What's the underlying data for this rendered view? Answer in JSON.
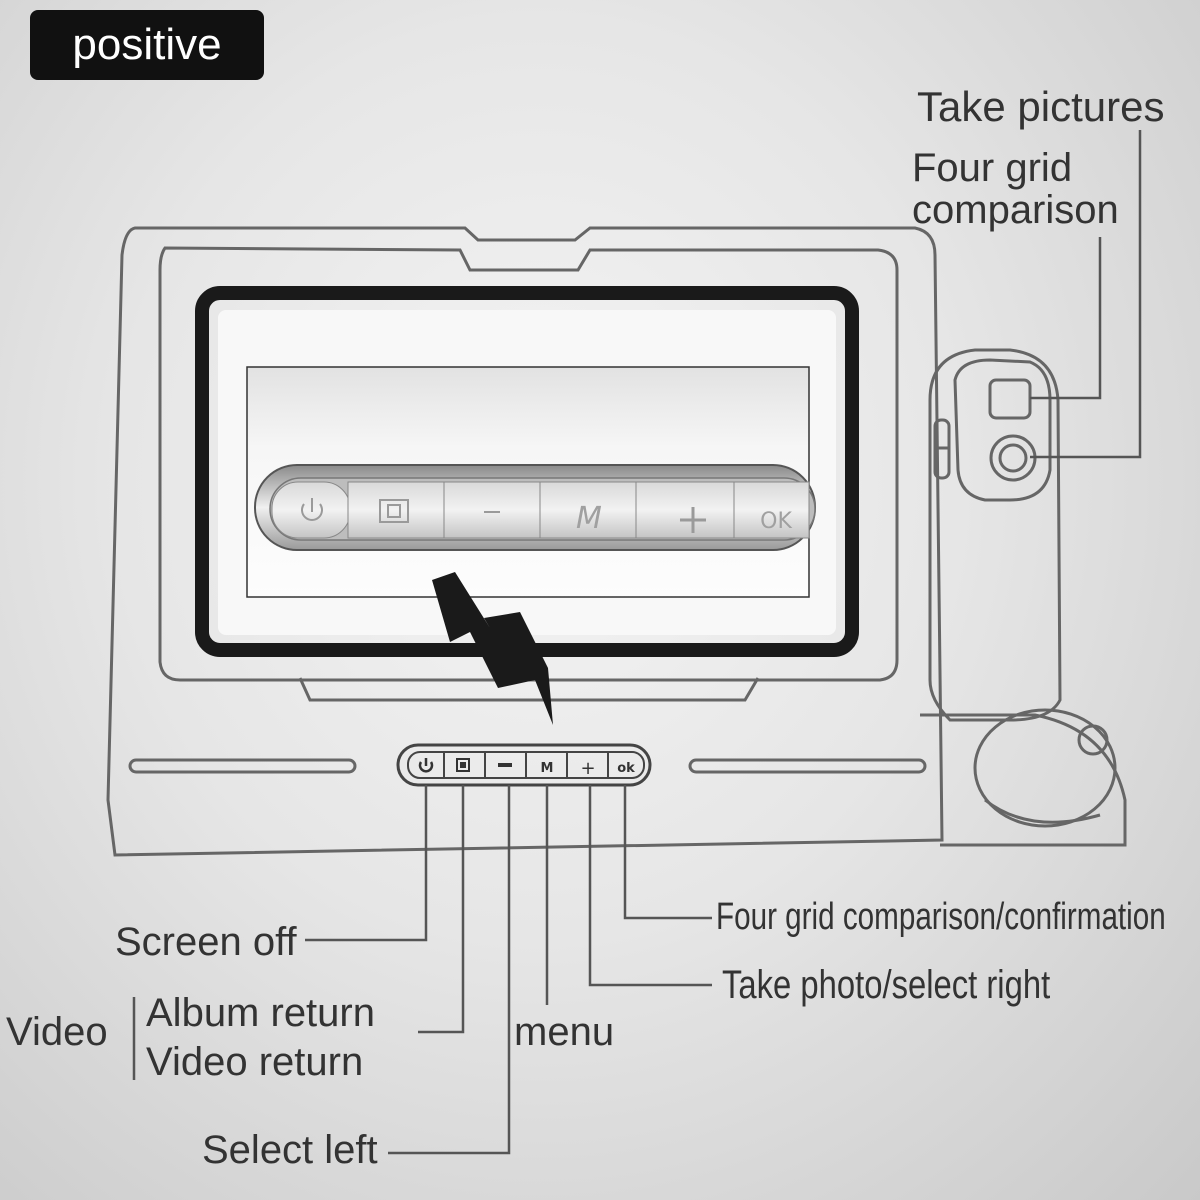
{
  "badge": "positive",
  "device": {
    "buttons": [
      "M",
      "+",
      "ok"
    ],
    "photo_buttons": [
      "M",
      "+",
      "OK"
    ]
  },
  "labels": {
    "take_pictures": "Take pictures",
    "four_grid_line1": "Four grid",
    "four_grid_line2": "comparison",
    "screen_off": "Screen off",
    "video": "Video",
    "album_return": "Album return",
    "video_return": "Video return",
    "menu": "menu",
    "select_left": "Select left",
    "take_photo_select_right": "Take photo/select right",
    "four_grid_confirmation": "Four grid comparison/confirmation"
  },
  "colors": {
    "line": "#555555",
    "dark": "#1a1a1a",
    "label": "#333333"
  },
  "icons": [
    "power-icon",
    "four-grid-icon",
    "minus-icon",
    "menu-m-icon",
    "plus-icon",
    "ok-icon",
    "camera-shutter-icon",
    "lightning-bolt-icon"
  ]
}
